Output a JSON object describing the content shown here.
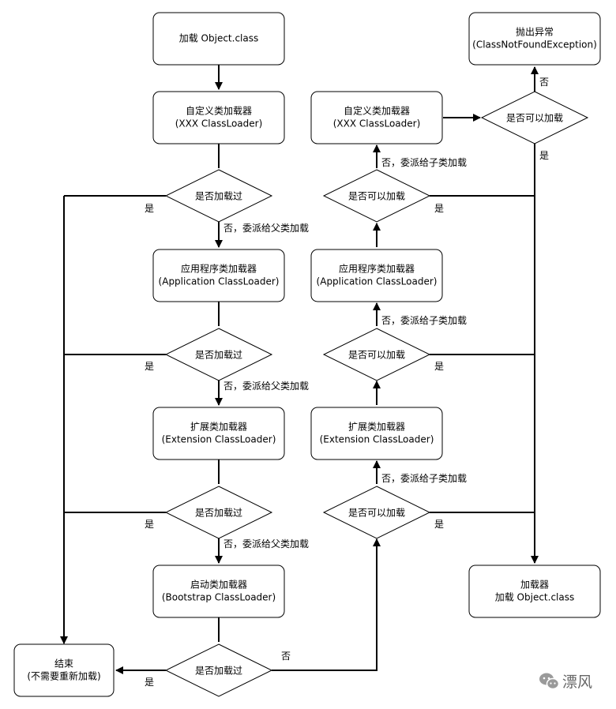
{
  "nodes": {
    "load_object": "加载 Object.class",
    "custom_loader": [
      "自定义类加载器",
      "(XXX ClassLoader)"
    ],
    "app_loader": [
      "应用程序类加载器",
      "(Application ClassLoader)"
    ],
    "ext_loader": [
      "扩展类加载器",
      "(Extension ClassLoader)"
    ],
    "boot_loader": [
      "启动类加载器",
      "(Bootstrap ClassLoader)"
    ],
    "end": [
      "结束",
      "(不需要重新加载)"
    ],
    "check_loaded": "是否加载过",
    "check_can_load": "是否可以加载",
    "custom_loader_right": [
      "自定义类加载器",
      "(XXX ClassLoader)"
    ],
    "app_loader_right": [
      "应用程序类加载器",
      "(Application ClassLoader)"
    ],
    "ext_loader_right": [
      "扩展类加载器",
      "(Extension ClassLoader)"
    ],
    "throw_exception": [
      "抛出异常",
      "(ClassNotFoundException)"
    ],
    "final_loader": [
      "加载器",
      "加载 Object.class"
    ]
  },
  "edge_labels": {
    "yes": "是",
    "no": "否",
    "delegate_parent": "否，委派给父类加载",
    "delegate_child": "否，委派给子类加载"
  },
  "watermark": {
    "icon": "wechat-icon",
    "text": "漂风"
  }
}
